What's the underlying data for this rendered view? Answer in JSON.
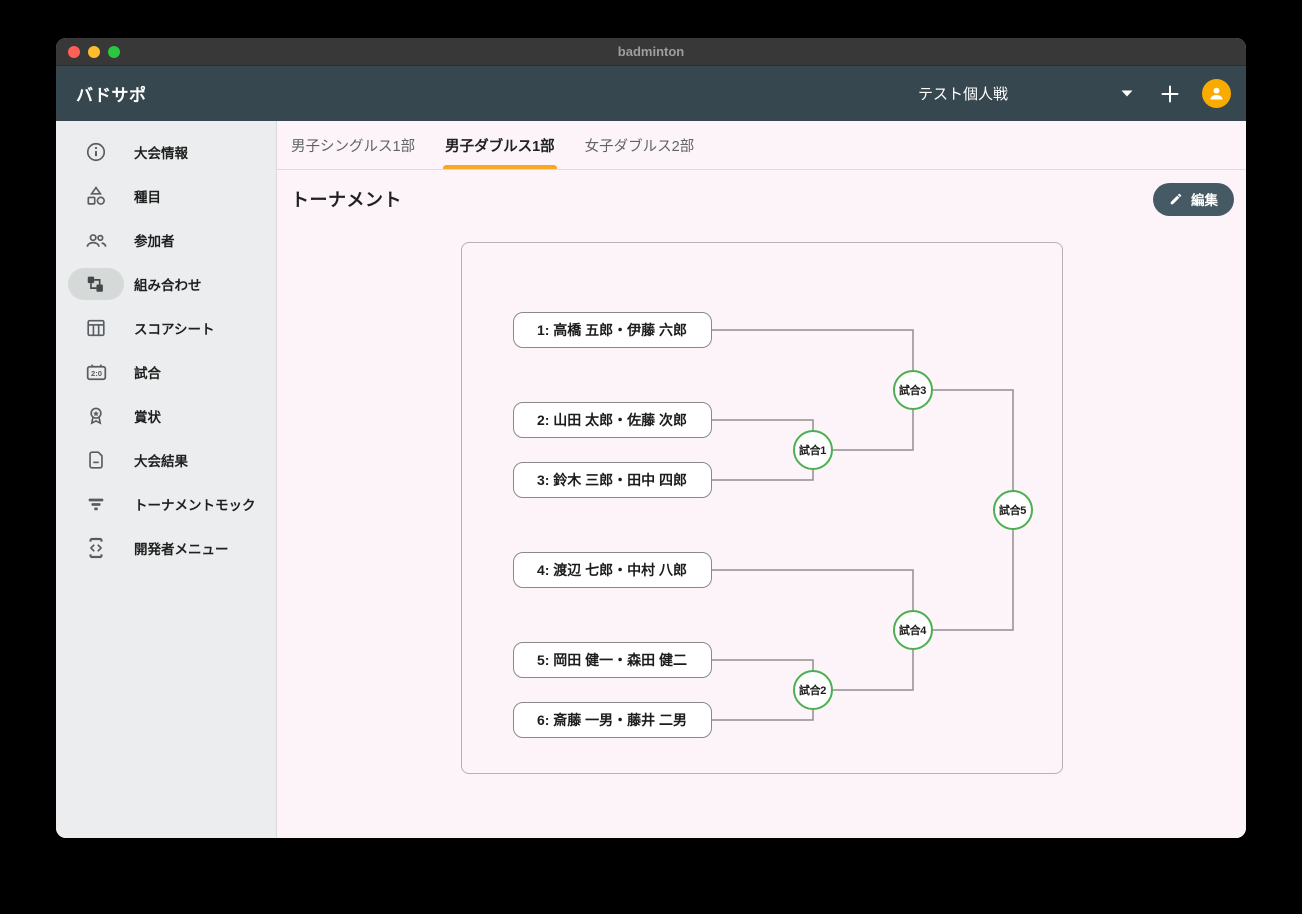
{
  "window": {
    "title": "badminton"
  },
  "app_bar": {
    "app_name": "バドサポ",
    "event_selector": {
      "value": "テスト個人戦"
    }
  },
  "sidebar": {
    "items": [
      {
        "label": "大会情報",
        "icon": "info-icon",
        "active": false
      },
      {
        "label": "種目",
        "icon": "category-icon",
        "active": false
      },
      {
        "label": "参加者",
        "icon": "people-icon",
        "active": false
      },
      {
        "label": "組み合わせ",
        "icon": "bracket-icon",
        "active": true
      },
      {
        "label": "スコアシート",
        "icon": "scoresheet-icon",
        "active": false
      },
      {
        "label": "試合",
        "icon": "scoreboard-icon",
        "active": false
      },
      {
        "label": "賞状",
        "icon": "award-icon",
        "active": false
      },
      {
        "label": "大会結果",
        "icon": "document-icon",
        "active": false
      },
      {
        "label": "トーナメントモック",
        "icon": "funnel-icon",
        "active": false
      },
      {
        "label": "開発者メニュー",
        "icon": "dev-code-icon",
        "active": false
      }
    ]
  },
  "tabs": {
    "items": [
      {
        "label": "男子シングルス1部",
        "active": false
      },
      {
        "label": "男子ダブルス1部",
        "active": true
      },
      {
        "label": "女子ダブルス2部",
        "active": false
      }
    ]
  },
  "page": {
    "title": "トーナメント",
    "edit_button": "編集"
  },
  "bracket": {
    "teams": [
      {
        "label": "1: 高橋 五郎・伊藤 六郎"
      },
      {
        "label": "2: 山田 太郎・佐藤 次郎"
      },
      {
        "label": "3: 鈴木 三郎・田中 四郎"
      },
      {
        "label": "4: 渡辺 七郎・中村 八郎"
      },
      {
        "label": "5: 岡田 健一・森田 健二"
      },
      {
        "label": "6: 斎藤 一男・藤井 二男"
      }
    ],
    "matches": [
      {
        "label": "試合1"
      },
      {
        "label": "試合2"
      },
      {
        "label": "試合3"
      },
      {
        "label": "試合4"
      },
      {
        "label": "試合5"
      }
    ]
  },
  "colors": {
    "accent_amber": "#F9A825",
    "match_green": "#4CAF50",
    "header_slate": "#37474F",
    "edit_button_slate": "#455A64",
    "avatar_amber": "#F9AB00",
    "line_gray": "#8F8F8F"
  }
}
